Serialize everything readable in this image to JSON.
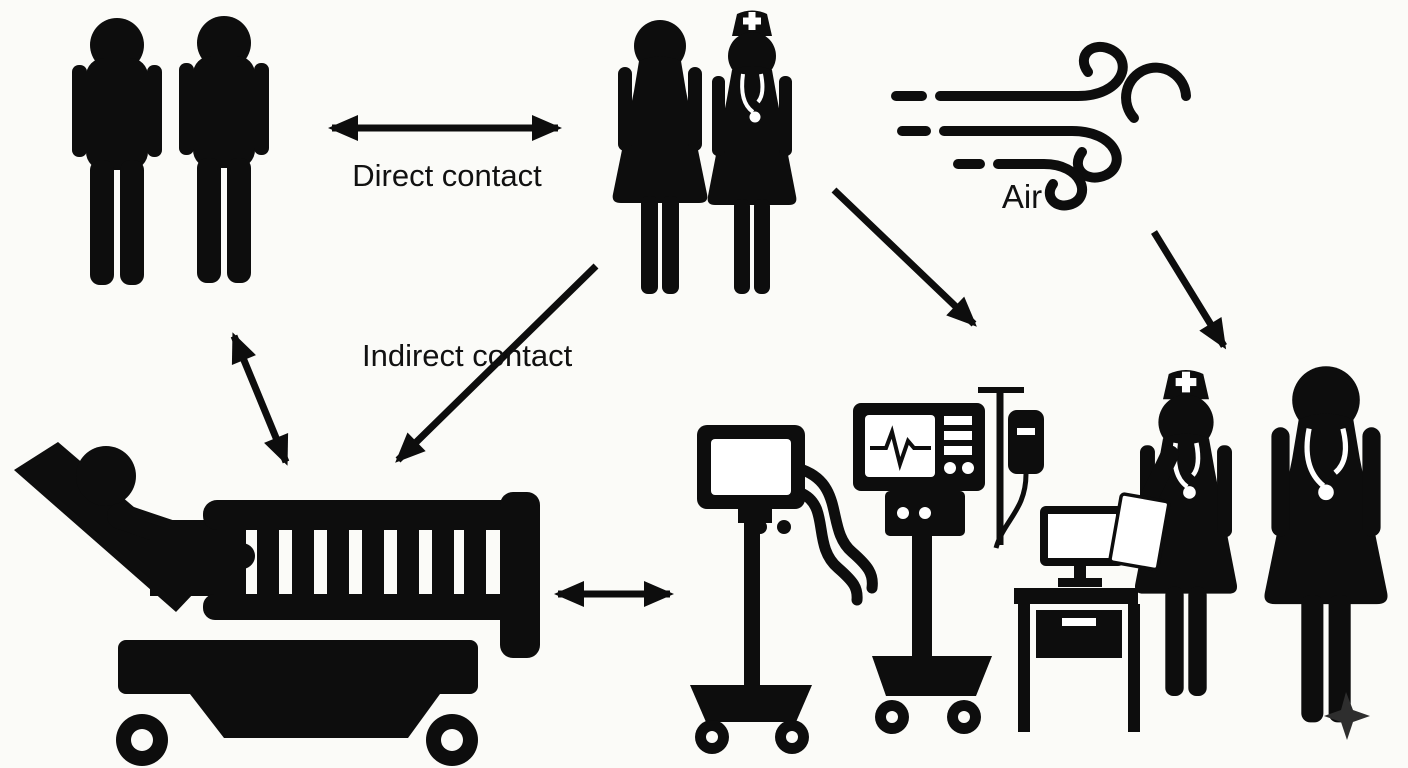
{
  "diagram": {
    "background": "#fbfbf8",
    "ink": "#0d0d0d",
    "labels": {
      "direct_contact": "Direct contact",
      "indirect_contact": "Indirect contact",
      "air": "Air"
    },
    "icons": [
      "two-patients-icon",
      "patient-with-nurse-icon",
      "wind-icon",
      "patient-in-bed-icon",
      "medical-equipment-icon",
      "iv-drip-icon",
      "computer-desk-icon",
      "nurse-with-clipboard-icon",
      "doctor-icon"
    ],
    "arrows": [
      {
        "name": "direct-contact-arrow",
        "heads": "both",
        "between": [
          "two-patients-icon",
          "patient-with-nurse-icon"
        ]
      },
      {
        "name": "patients-bed-arrow",
        "heads": "both",
        "between": [
          "two-patients-icon",
          "patient-in-bed-icon"
        ]
      },
      {
        "name": "indirect-contact-arrow",
        "heads": "end",
        "between": [
          "patient-with-nurse-icon",
          "patient-in-bed-icon"
        ]
      },
      {
        "name": "staff-equipment-arrow",
        "heads": "end",
        "between": [
          "patient-with-nurse-icon",
          "medical-equipment-icon"
        ]
      },
      {
        "name": "air-staff-arrow",
        "heads": "end",
        "between": [
          "wind-icon",
          "doctor-icon"
        ]
      },
      {
        "name": "bed-equipment-arrow",
        "heads": "both",
        "between": [
          "patient-in-bed-icon",
          "medical-equipment-icon"
        ]
      }
    ]
  }
}
